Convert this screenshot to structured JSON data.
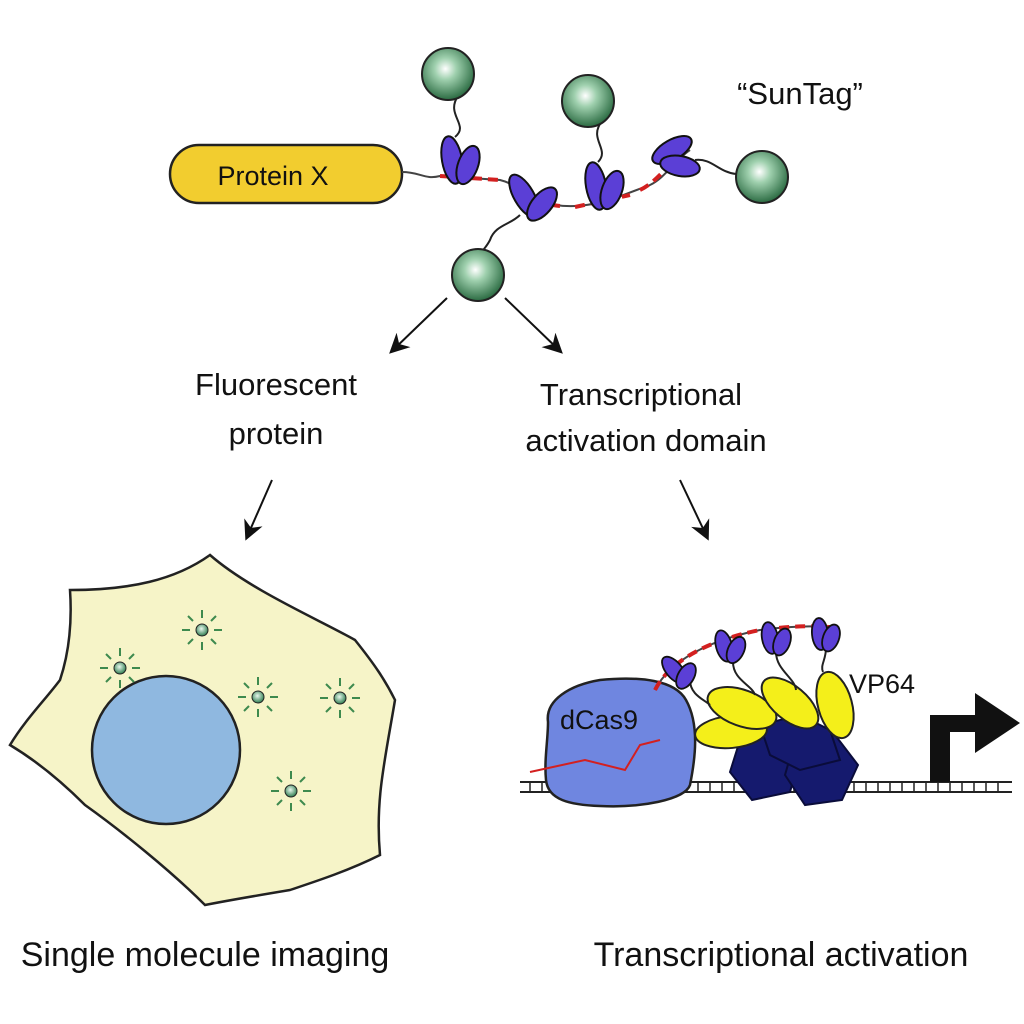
{
  "labels": {
    "suntag": "“SunTag”",
    "protein_x": "Protein X",
    "fluorescent_line1": "Fluorescent",
    "fluorescent_line2": "protein",
    "tad_line1": "Transcriptional",
    "tad_line2": "activation domain",
    "dcas9": "dCas9",
    "vp64": "VP64",
    "single_molecule": "Single molecule imaging",
    "transcriptional_activation": "Transcriptional activation"
  },
  "colors": {
    "protein_x_fill": "#f2cd2f",
    "antibody_purple": "#5b3fd6",
    "peptide_red": "#d32020",
    "gfp_green": "#2e7d4f",
    "cell_fill": "#f6f4c8",
    "nucleus_fill": "#8fb8e0",
    "dcas9_fill": "#6f86e0",
    "vp64_yellow": "#f4ef1a",
    "polymerase_navy": "#151a6e"
  }
}
